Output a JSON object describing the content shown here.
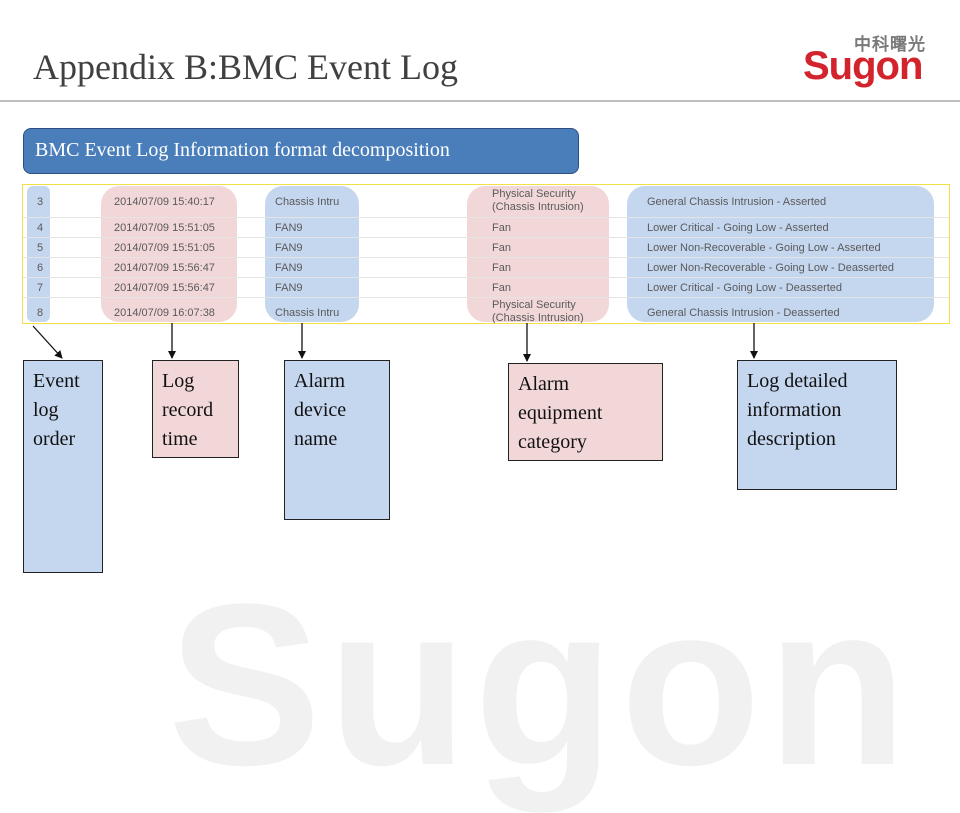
{
  "slide": {
    "title": "Appendix  B:BMC Event Log",
    "logo_cn": "中科曙光",
    "logo_en": "Sugon",
    "watermark": "Sugon"
  },
  "section": {
    "header": "BMC Event Log Information format decomposition"
  },
  "log": {
    "rows": [
      {
        "id": "3",
        "time": "2014/07/09 15:40:17",
        "sensor": "Chassis Intru",
        "type": "Physical Security (Chassis Intrusion)",
        "description": "General Chassis Intrusion - Asserted"
      },
      {
        "id": "4",
        "time": "2014/07/09 15:51:05",
        "sensor": "FAN9",
        "type": "Fan",
        "description": "Lower Critical - Going Low - Asserted"
      },
      {
        "id": "5",
        "time": "2014/07/09 15:51:05",
        "sensor": "FAN9",
        "type": "Fan",
        "description": "Lower Non-Recoverable - Going Low - Asserted"
      },
      {
        "id": "6",
        "time": "2014/07/09 15:56:47",
        "sensor": "FAN9",
        "type": "Fan",
        "description": "Lower Non-Recoverable - Going Low - Deasserted"
      },
      {
        "id": "7",
        "time": "2014/07/09 15:56:47",
        "sensor": "FAN9",
        "type": "Fan",
        "description": "Lower Critical - Going Low - Deasserted"
      },
      {
        "id": "8",
        "time": "2014/07/09 16:07:38",
        "sensor": "Chassis Intru",
        "type": "Physical Security (Chassis Intrusion)",
        "description": "General Chassis Intrusion - Deasserted"
      }
    ]
  },
  "labels": {
    "event_order": "Event log order",
    "record_time": "Log record time",
    "device_name": "Alarm device name",
    "equipment_category": "Alarm equipment category",
    "detail_description": "Log detailed information description"
  },
  "colors": {
    "header_blue": "#4a7ebb",
    "highlight_blue": "#c5d6ef",
    "highlight_pink": "#f2d7d9",
    "logo_red": "#d3232c",
    "frame_yellow": "#f2e046"
  }
}
